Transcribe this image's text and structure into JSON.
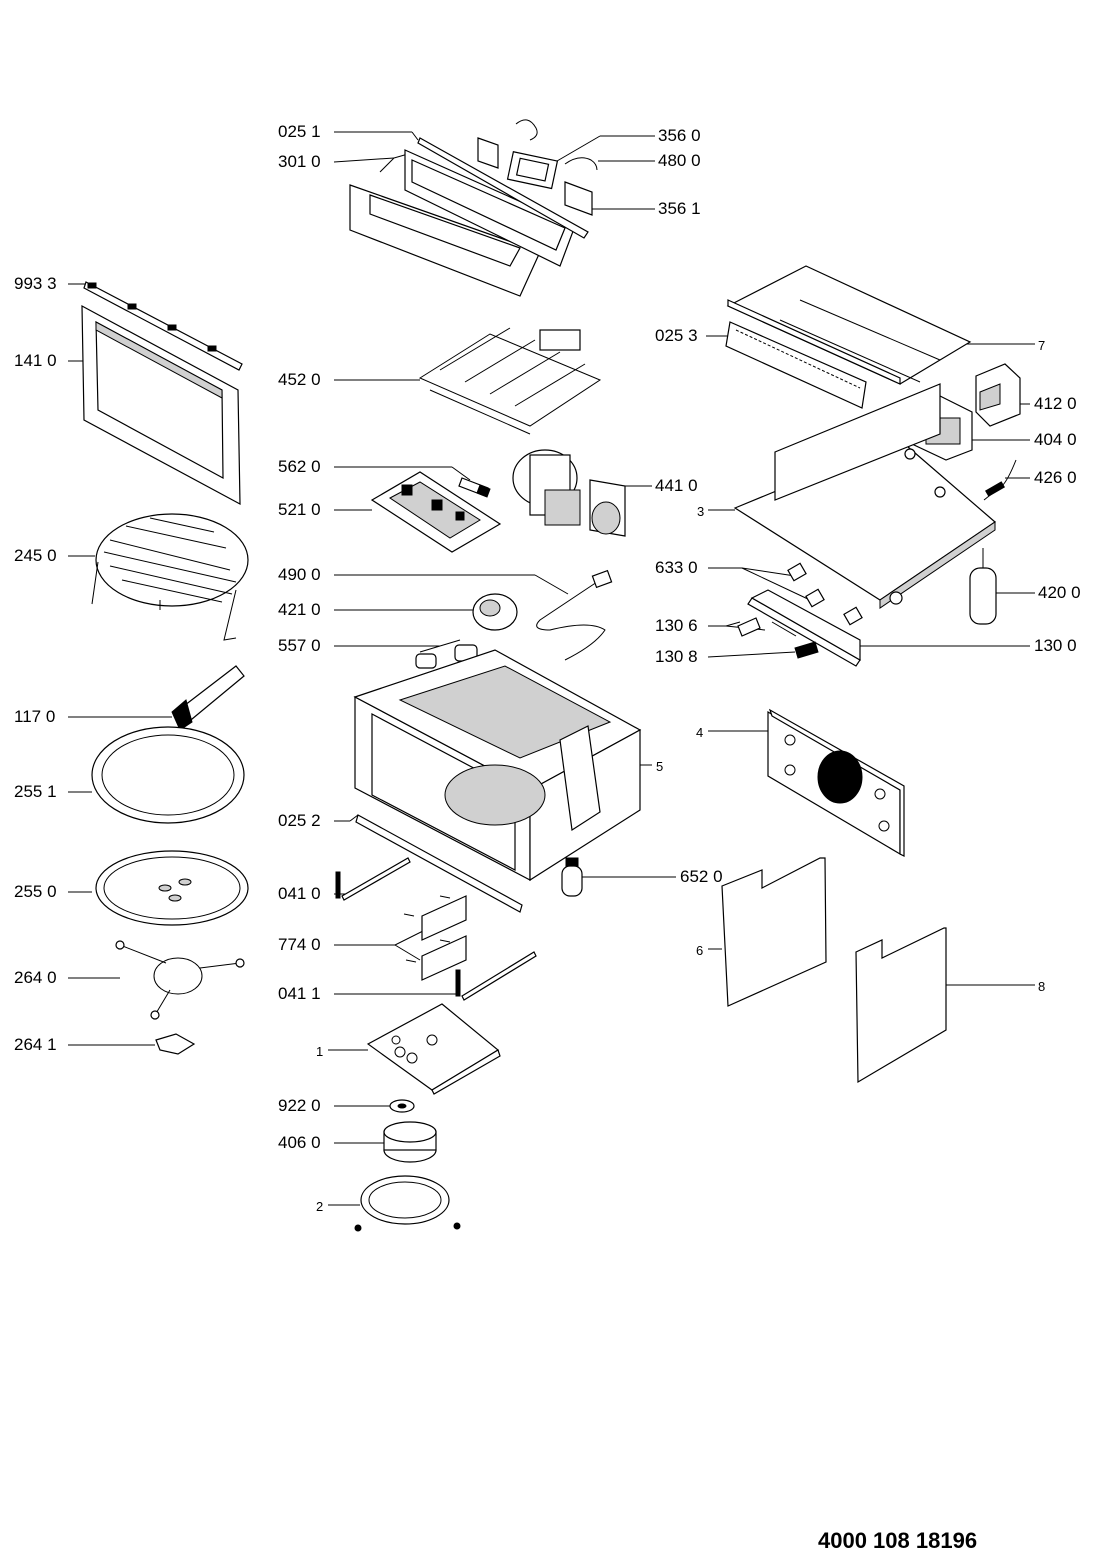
{
  "document_number": "4000 108 18196",
  "labels": [
    {
      "id": "p0251",
      "text": "025 1"
    },
    {
      "id": "p3010",
      "text": "301 0"
    },
    {
      "id": "p3560",
      "text": "356 0"
    },
    {
      "id": "p4800",
      "text": "480 0"
    },
    {
      "id": "p3561",
      "text": "356 1"
    },
    {
      "id": "p9933",
      "text": "993 3"
    },
    {
      "id": "p1410",
      "text": "141 0"
    },
    {
      "id": "p4520",
      "text": "452 0"
    },
    {
      "id": "p0253",
      "text": "025 3"
    },
    {
      "id": "p7",
      "text": "7"
    },
    {
      "id": "p4120",
      "text": "412 0"
    },
    {
      "id": "p4040",
      "text": "404 0"
    },
    {
      "id": "p5620",
      "text": "562 0"
    },
    {
      "id": "p4410",
      "text": "441 0"
    },
    {
      "id": "p4260",
      "text": "426 0"
    },
    {
      "id": "p5210",
      "text": "521 0"
    },
    {
      "id": "p3",
      "text": "3"
    },
    {
      "id": "p2450",
      "text": "245 0"
    },
    {
      "id": "p4900",
      "text": "490 0"
    },
    {
      "id": "p6330",
      "text": "633 0"
    },
    {
      "id": "p4210",
      "text": "421 0"
    },
    {
      "id": "p4200",
      "text": "420 0"
    },
    {
      "id": "p1306",
      "text": "130 6"
    },
    {
      "id": "p5570",
      "text": "557 0"
    },
    {
      "id": "p1308",
      "text": "130 8"
    },
    {
      "id": "p1300",
      "text": "130 0"
    },
    {
      "id": "p1170",
      "text": "117 0"
    },
    {
      "id": "p4",
      "text": "4"
    },
    {
      "id": "p5",
      "text": "5"
    },
    {
      "id": "p2551",
      "text": "255 1"
    },
    {
      "id": "p0252",
      "text": "025 2"
    },
    {
      "id": "p6520",
      "text": "652 0"
    },
    {
      "id": "p2550",
      "text": "255 0"
    },
    {
      "id": "p0410",
      "text": "041 0"
    },
    {
      "id": "p6",
      "text": "6"
    },
    {
      "id": "p7740",
      "text": "774 0"
    },
    {
      "id": "p8",
      "text": "8"
    },
    {
      "id": "p2640",
      "text": "264 0"
    },
    {
      "id": "p0411",
      "text": "041 1"
    },
    {
      "id": "p1",
      "text": "1"
    },
    {
      "id": "p2641",
      "text": "264 1"
    },
    {
      "id": "p9220",
      "text": "922 0"
    },
    {
      "id": "p4060",
      "text": "406 0"
    },
    {
      "id": "p2",
      "text": "2"
    }
  ]
}
